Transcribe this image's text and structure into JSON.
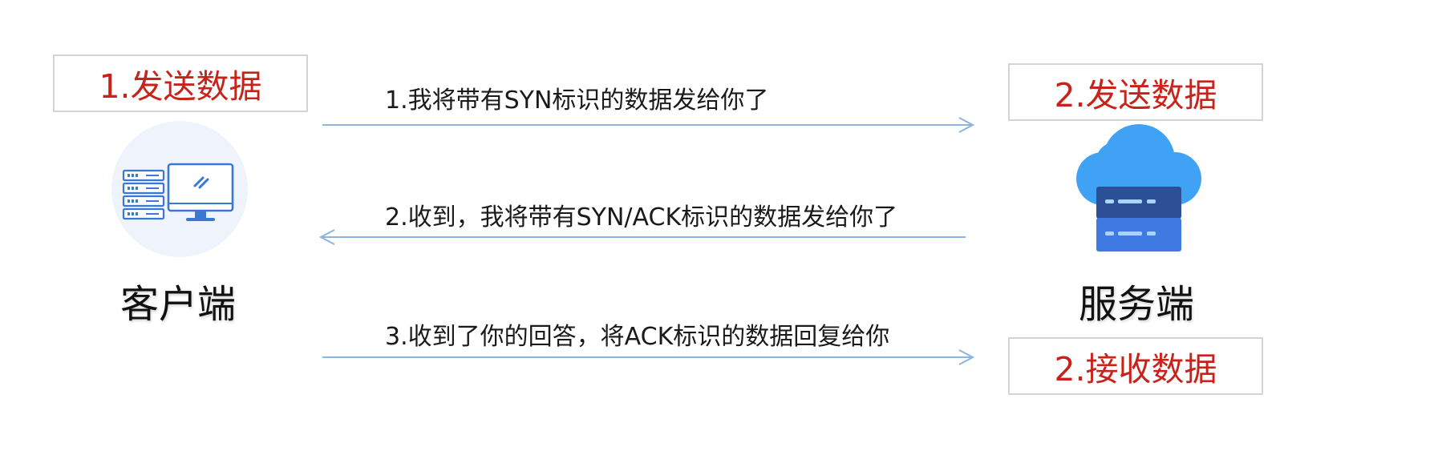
{
  "client": {
    "action_label": "1.发送数据",
    "name": "客户端"
  },
  "server": {
    "send_label": "2.发送数据",
    "receive_label": "2.接收数据",
    "name": "服务端"
  },
  "messages": [
    {
      "text": "1.我将带有SYN标识的数据发给你了",
      "direction": "client-to-server"
    },
    {
      "text": "2.收到，我将带有SYN/ACK标识的数据发给你了",
      "direction": "server-to-client"
    },
    {
      "text": "3.收到了你的回答，将ACK标识的数据回复给你",
      "direction": "client-to-server"
    }
  ],
  "colors": {
    "label_text": "#c8231b",
    "label_border": "#d4d4d4",
    "arrow": "#8db4df",
    "client_circle": "#eef3fc",
    "client_icon": "#3a78d4",
    "cloud": "#3fa2f5",
    "server_top": "#2d4f96",
    "server_bottom": "#3f7ae3"
  },
  "icons": {
    "client": "server-and-monitor-icon",
    "server": "cloud-server-icon"
  }
}
